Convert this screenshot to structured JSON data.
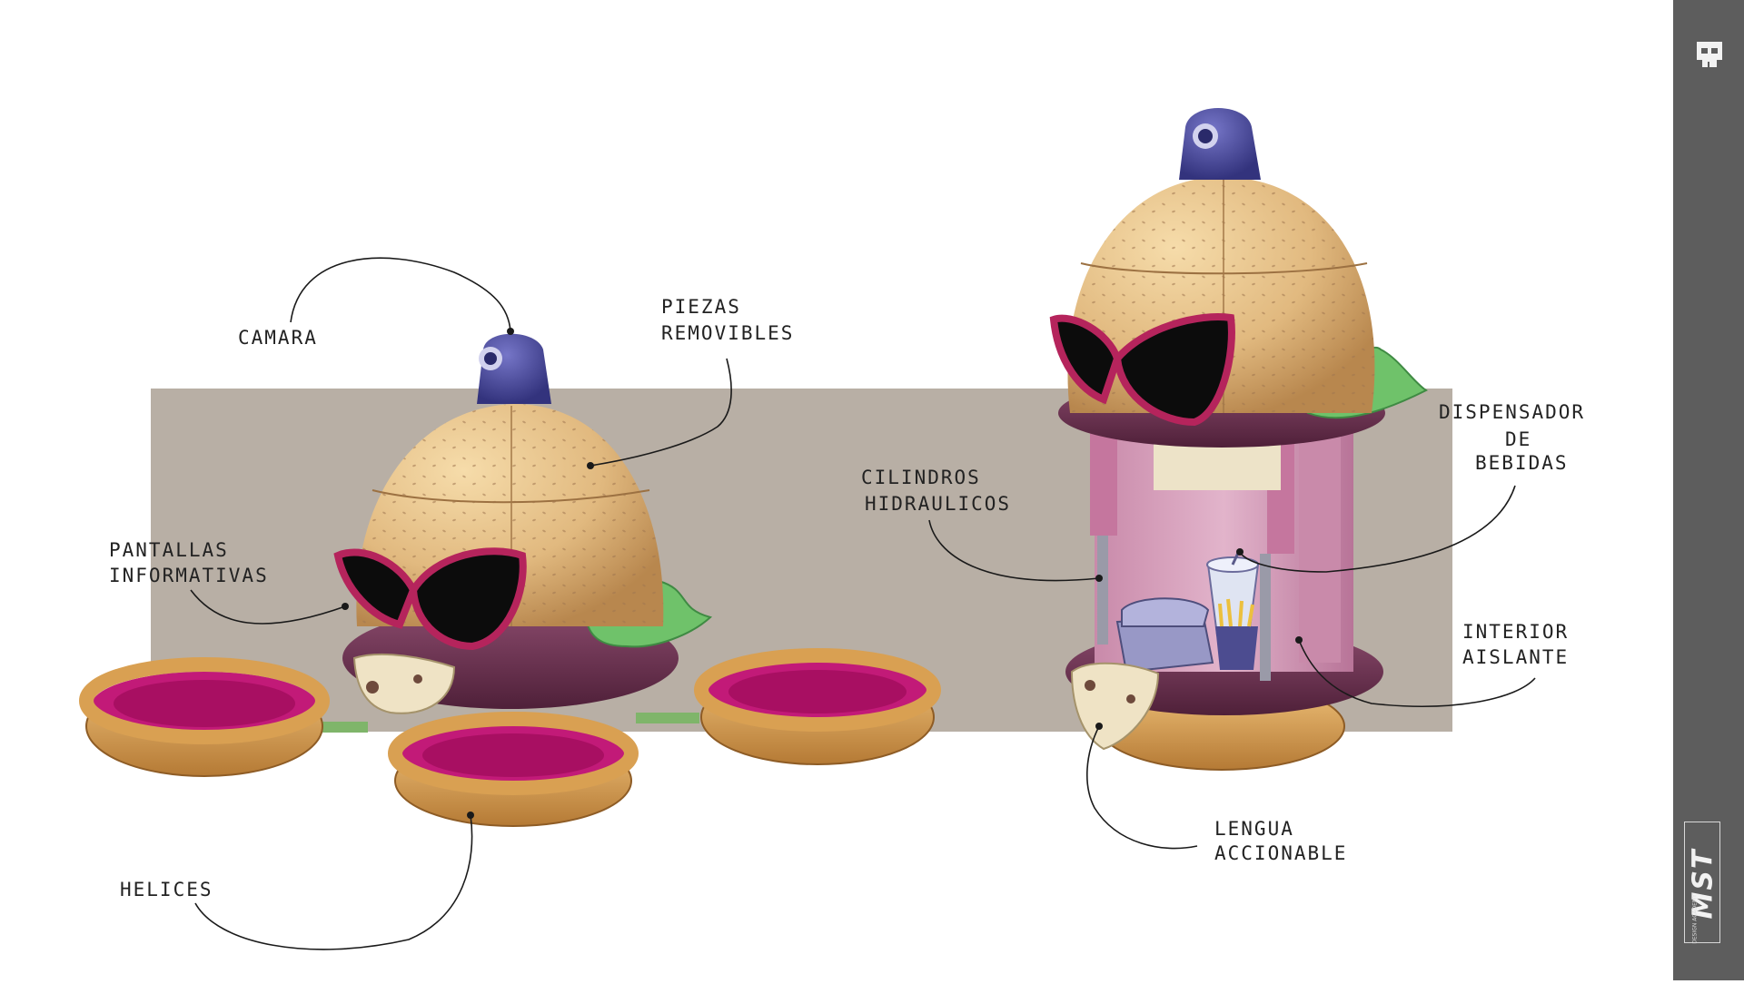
{
  "labels": {
    "camara": "CAMARA",
    "piezas_1": "PIEZAS",
    "piezas_2": "REMOVIBLES",
    "pantallas_1": "PANTALLAS",
    "pantallas_2": "INFORMATIVAS",
    "helices": "HELICES",
    "cilindros_1": "CILINDROS",
    "cilindros_2": "HIDRAULICOS",
    "dispensador_1": "DISPENSADOR",
    "dispensador_2": "DE",
    "dispensador_3": "BEBIDAS",
    "interior_1": "INTERIOR",
    "interior_2": "AISLANTE",
    "lengua_1": "LENGUA",
    "lengua_2": "ACCIONABLE"
  },
  "sidebar": {
    "icon": "skull-icon",
    "brand": "MST",
    "brand_sub": "DESIGN ACADEMY"
  },
  "colors": {
    "backdrop": "#b8afa5",
    "bun": "#e3bd84",
    "camera": "#4a4a9e",
    "frame": "#b5245c",
    "patty": "#6e3352",
    "lettuce": "#6fc26a",
    "ring": "#d9a052",
    "rotor": "#c21a78",
    "sidebar": "#5d5d5d"
  }
}
